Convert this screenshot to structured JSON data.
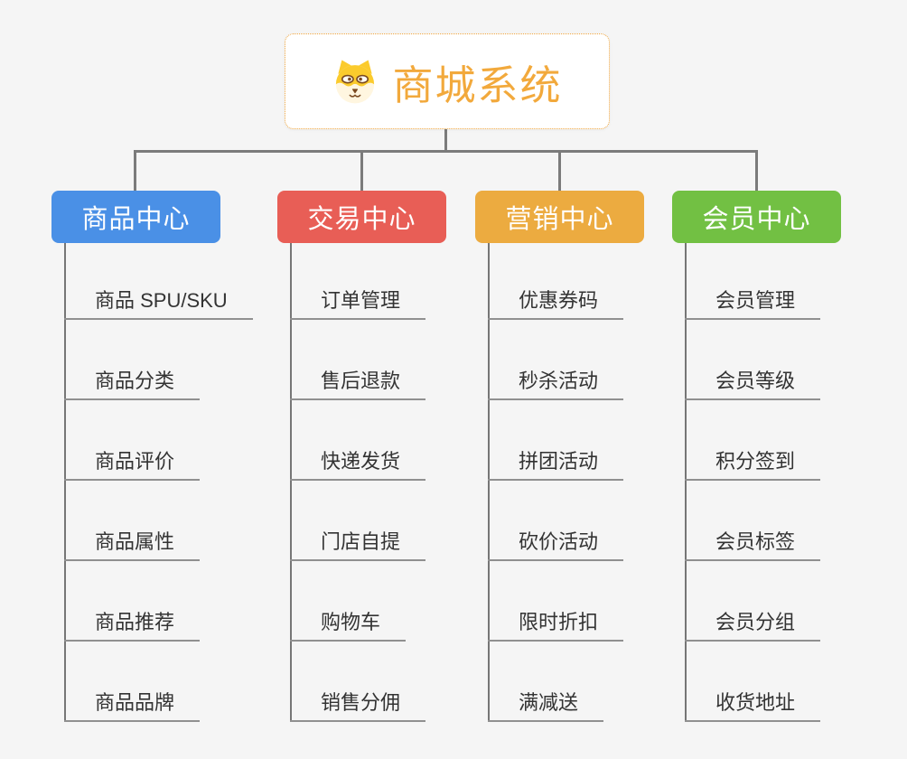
{
  "root": {
    "title": "商城系统",
    "title_color": "#f2a93c",
    "border_color": "#efa53e",
    "icon": "dog-face-icon"
  },
  "connector_color": "#7b7b7b",
  "branches": [
    {
      "label": "商品中心",
      "color": "#4a90e6",
      "items": [
        "商品 SPU/SKU",
        "商品分类",
        "商品评价",
        "商品属性",
        "商品推荐",
        "商品品牌"
      ]
    },
    {
      "label": "交易中心",
      "color": "#e85e56",
      "items": [
        "订单管理",
        "售后退款",
        "快递发货",
        "门店自提",
        "购物车",
        "销售分佣"
      ]
    },
    {
      "label": "营销中心",
      "color": "#ecab40",
      "items": [
        "优惠券码",
        "秒杀活动",
        "拼团活动",
        "砍价活动",
        "限时折扣",
        "满减送"
      ]
    },
    {
      "label": "会员中心",
      "color": "#72c043",
      "items": [
        "会员管理",
        "会员等级",
        "积分签到",
        "会员标签",
        "会员分组",
        "收货地址"
      ]
    }
  ]
}
